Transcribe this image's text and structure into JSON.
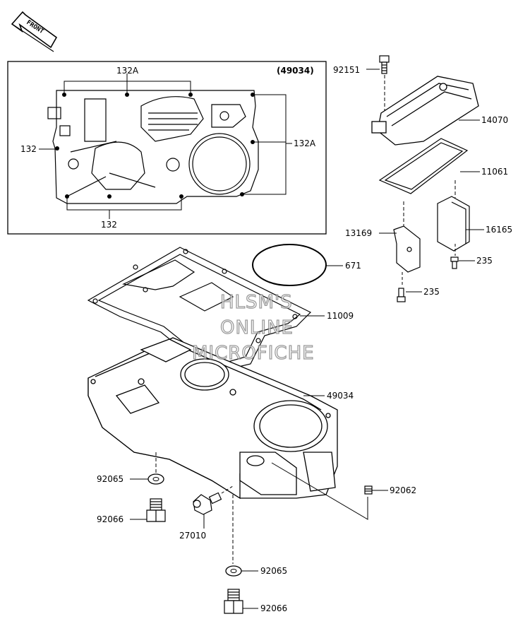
{
  "front_arrow": {
    "label": "FRONT"
  },
  "inset": {
    "ref": "(49034)",
    "labels": {
      "top": "132A",
      "right": "132A",
      "left": "132",
      "bottom": "132"
    }
  },
  "parts": {
    "p92151": "92151",
    "p14070": "14070",
    "p11061": "11061",
    "p13169": "13169",
    "p16165": "16165",
    "p235a": "235",
    "p235b": "235",
    "p671": "671",
    "p11009": "11009",
    "p49034": "49034",
    "p92065a": "92065",
    "p92062": "92062",
    "p92066a": "92066",
    "p27010": "27010",
    "p92065b": "92065",
    "p92066b": "92066"
  },
  "watermark": {
    "line1": "HLSM'S",
    "line2": "ONLINE",
    "line3": "MICROFICHE"
  }
}
